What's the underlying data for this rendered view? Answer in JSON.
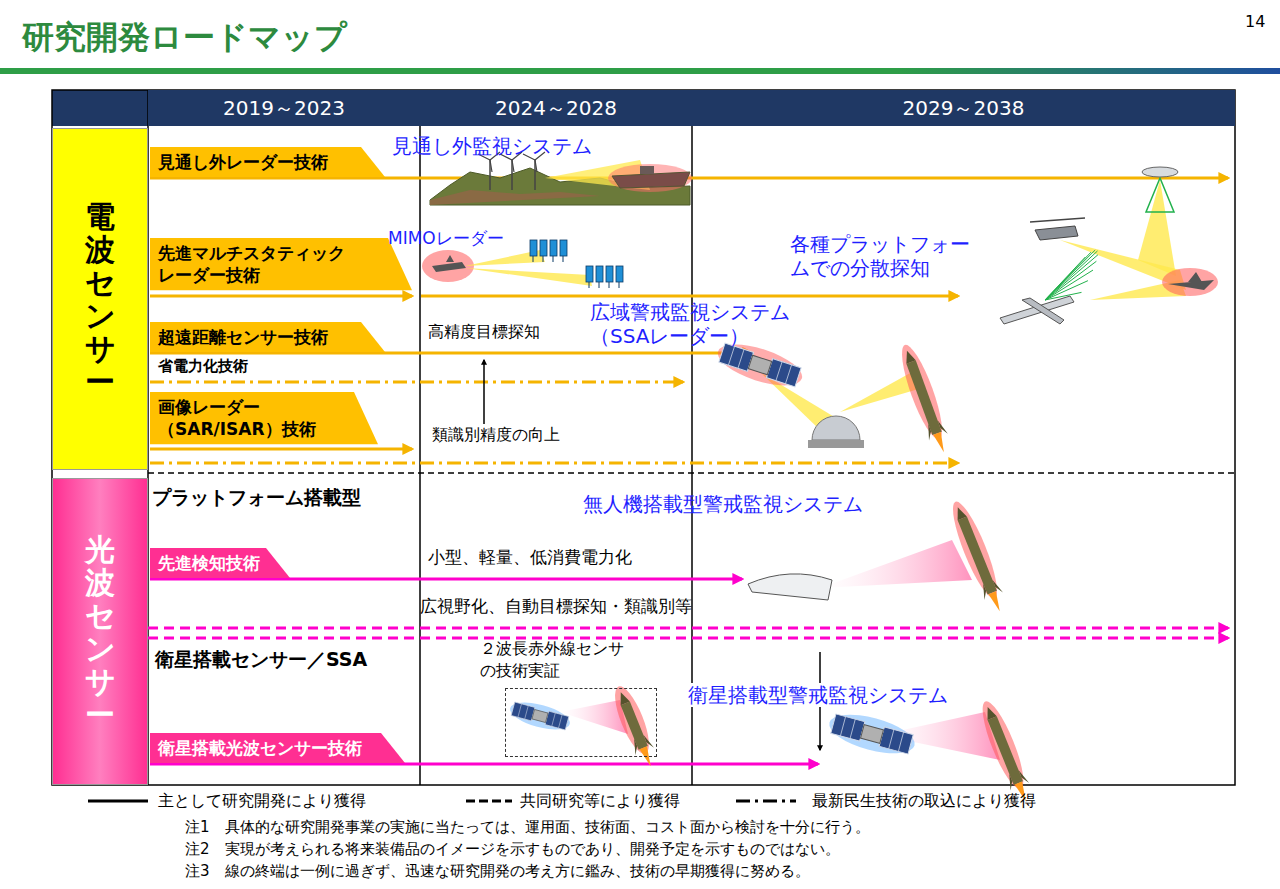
{
  "diagram": {
    "title": "研究開発ロードマップ",
    "nodes": [
      {
        "text": [
          "2019～2023"
        ]
      },
      {
        "text": [
          "2024～2028"
        ]
      },
      {
        "text": [
          "2029～2038"
        ]
      },
      {
        "text": [
          "電波センサー"
        ]
      },
      {
        "text": [
          "見通し外レーダー技術"
        ]
      },
      {
        "text": [
          "先進マルチスタティック レーダー技術"
        ]
      },
      {
        "text": [
          "超遠距離センサー技術"
        ]
      },
      {
        "text": [
          "画像レーダー （SAR/ISAR）技術"
        ]
      },
      {
        "text": [
          "光波センサー"
        ]
      },
      {
        "text": [
          "先進検知技術"
        ]
      },
      {
        "text": [
          "２波長赤外線センサの技術実証"
        ]
      },
      {
        "text": [
          "衛星搭載光波センサー技術"
        ]
      }
    ],
    "labels": [
      "14",
      "見通し外監視システム",
      "MIMOレーダー",
      "各種プラットフォームでの分散探知",
      "広域警戒監視システム （SSAレーダー）",
      "高精度目標探知",
      "省電力化技術",
      "類識別精度の向上",
      "プラットフォーム搭載型",
      "無人機搭載型警戒監視システム",
      "小型、軽量、低消費電力化",
      "広視野化、自動目標探知・類識別等",
      "衛星搭載センサー／SSA",
      "衛星搭載型警戒監視システム",
      "注1　具体的な研究開発事業の実施に当たっては、運用面、技術面、コスト面から検討を十分に行う。",
      "注2　実現が考えられる将来装備品のイメージを示すものであり、開発予定を示すものではない。",
      "注3　線の終端は一例に過ぎず、迅速な研究開発の考え方に鑑み、技術の早期獲得に努める。"
    ],
    "legend": [
      {
        "text": "主として研究開発により獲得"
      },
      {
        "text": "共同研究等により獲得"
      },
      {
        "text": "最新民生技術の取込により獲得"
      }
    ]
  }
}
